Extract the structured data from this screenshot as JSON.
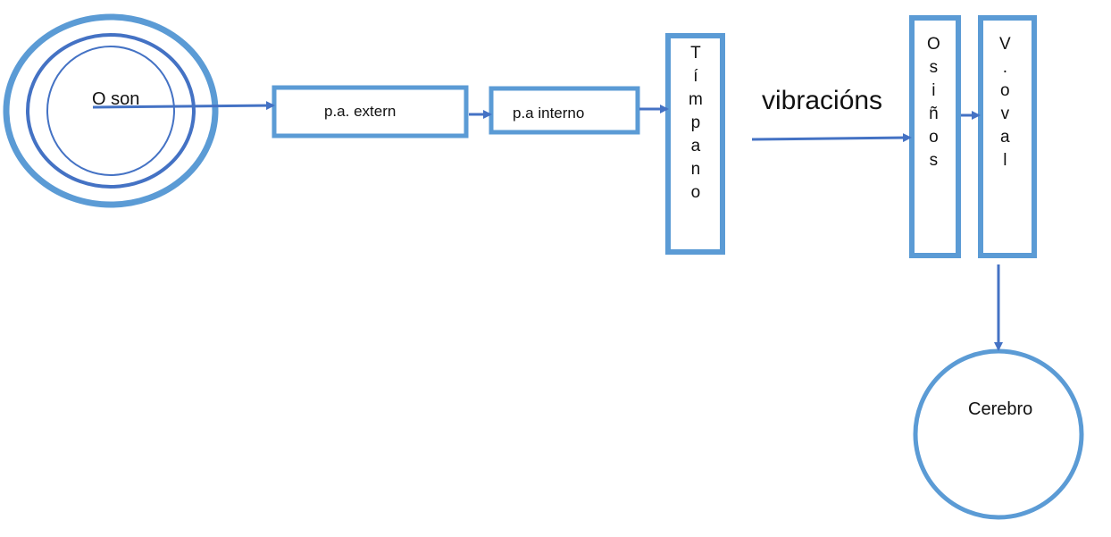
{
  "diagram": {
    "nodes": {
      "sound": "O son",
      "external_canal": "p.a. extern",
      "internal_canal": "p.a interno",
      "eardrum": "Tímpano",
      "ossicles": "Osiños",
      "oval_window": "V.oval",
      "brain": "Cerebro"
    },
    "edge_labels": {
      "vibrations": "vibracións"
    },
    "colors": {
      "outline": "#5b9bd5",
      "inner_ring": "#4472c4",
      "arrow": "#4472c4",
      "text": "#111111"
    }
  }
}
